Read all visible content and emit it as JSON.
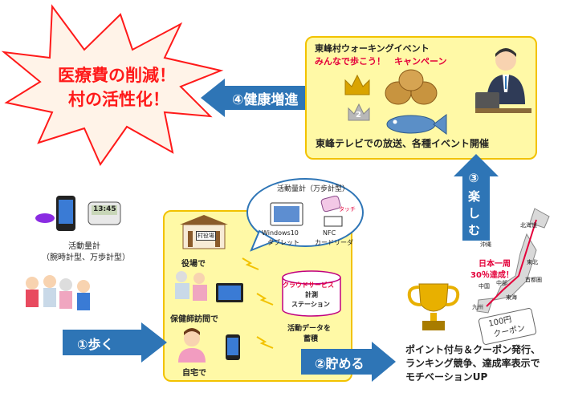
{
  "burst": {
    "line1": "医療費の削減！",
    "line2": "村の活性化！"
  },
  "arrows": {
    "health": "④健康増進",
    "enjoy": "③楽しむ",
    "walk": "①歩く",
    "store": "②貯める"
  },
  "event_panel": {
    "title": "東峰村ウォーキングイベント",
    "campaign": "みんなで歩こう！　キャンペーン",
    "rank2": "2",
    "footer": "東峰テレビでの放送、各種イベント開催"
  },
  "devices": {
    "watch": "13:45",
    "caption1": "活動量計",
    "caption2": "（腕時計型、万歩計型）"
  },
  "bubble": {
    "title": "活動量計（万歩計型）",
    "tablet1": "Windows10",
    "tablet2": "タブレット",
    "nfc1": "NFC",
    "nfc2": "カードリーダ",
    "touch": "タッチ"
  },
  "locations": {
    "office_sign": "村役場",
    "office": "役場で",
    "nurse": "保健師訪問で",
    "home": "自宅で"
  },
  "cloud": {
    "line1": "クラウドサービス",
    "line2": "計測",
    "line3": "ステーション",
    "data1": "活動データを",
    "data2": "蓄積"
  },
  "reward": {
    "line1": "ポイント付与＆クーポン発行、",
    "line2": "ランキング競争、達成率表示で",
    "line3": "モチベーションUP"
  },
  "map": {
    "headline1": "日本一周",
    "headline2": "30％達成！",
    "labels": [
      "北海道",
      "東北",
      "首都圏",
      "東海",
      "中部",
      "中国",
      "九州",
      "沖縄"
    ],
    "coupon1": "100円",
    "coupon2": "クーポン"
  },
  "colors": {
    "arrow": "#2e75b6",
    "panel": "#fff9a6",
    "panelBorder": "#f2c200",
    "burst": "#ff1a1a"
  }
}
